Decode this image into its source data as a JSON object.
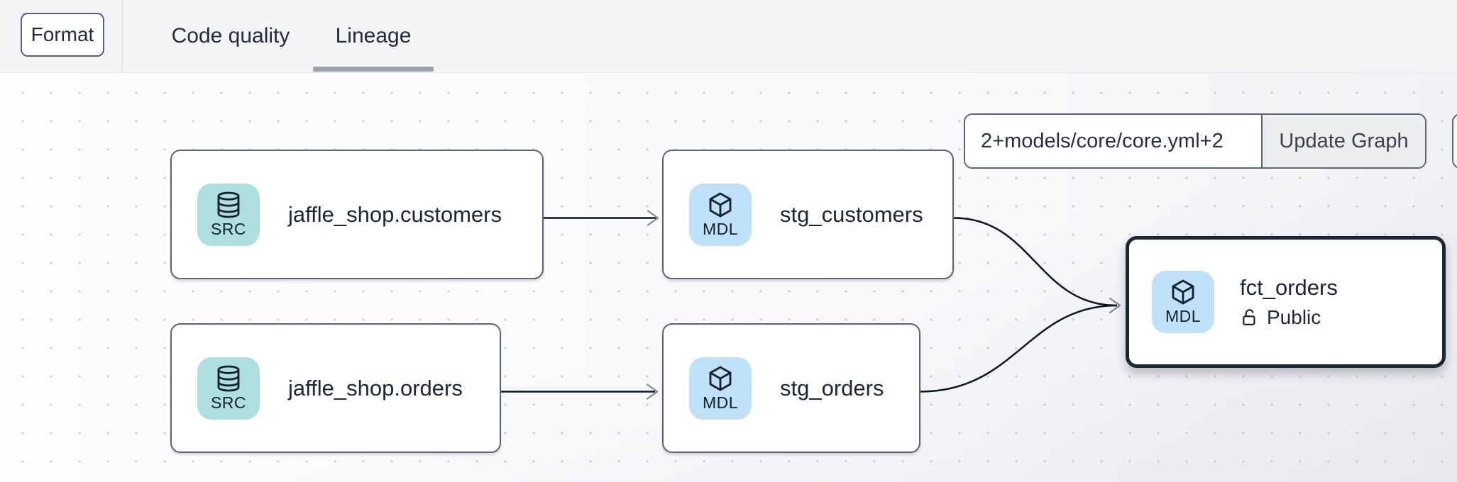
{
  "toolbar": {
    "format_label": "Format"
  },
  "tabs": [
    {
      "label": "Code quality",
      "active": false
    },
    {
      "label": "Lineage",
      "active": true
    }
  ],
  "lineage_controls": {
    "selector_value": "2+models/core/core.yml+2",
    "update_button_label": "Update Graph"
  },
  "nodes": [
    {
      "label": "jaffle_shop.customers",
      "badge": "SRC",
      "type": "source"
    },
    {
      "label": "stg_customers",
      "badge": "MDL",
      "type": "model"
    },
    {
      "label": "jaffle_shop.orders",
      "badge": "SRC",
      "type": "source"
    },
    {
      "label": "stg_orders",
      "badge": "MDL",
      "type": "model"
    },
    {
      "label": "fct_orders",
      "badge": "MDL",
      "type": "model",
      "access": "Public",
      "selected": true
    }
  ],
  "edges": [
    {
      "from": "jaffle_shop.customers",
      "to": "stg_customers"
    },
    {
      "from": "jaffle_shop.orders",
      "to": "stg_orders"
    },
    {
      "from": "stg_customers",
      "to": "fct_orders"
    },
    {
      "from": "stg_orders",
      "to": "fct_orders"
    }
  ],
  "colors": {
    "src_badge_bg": "#aedfdf",
    "mdl_badge_bg": "#bfe1f8",
    "node_border": "#5c6472",
    "selected_node_border": "#1b2637",
    "edge": "#0c1420",
    "arrowhead": "#7e8795",
    "tab_underline": "#9aa2af",
    "canvas_dot": "#c9cdd5"
  }
}
